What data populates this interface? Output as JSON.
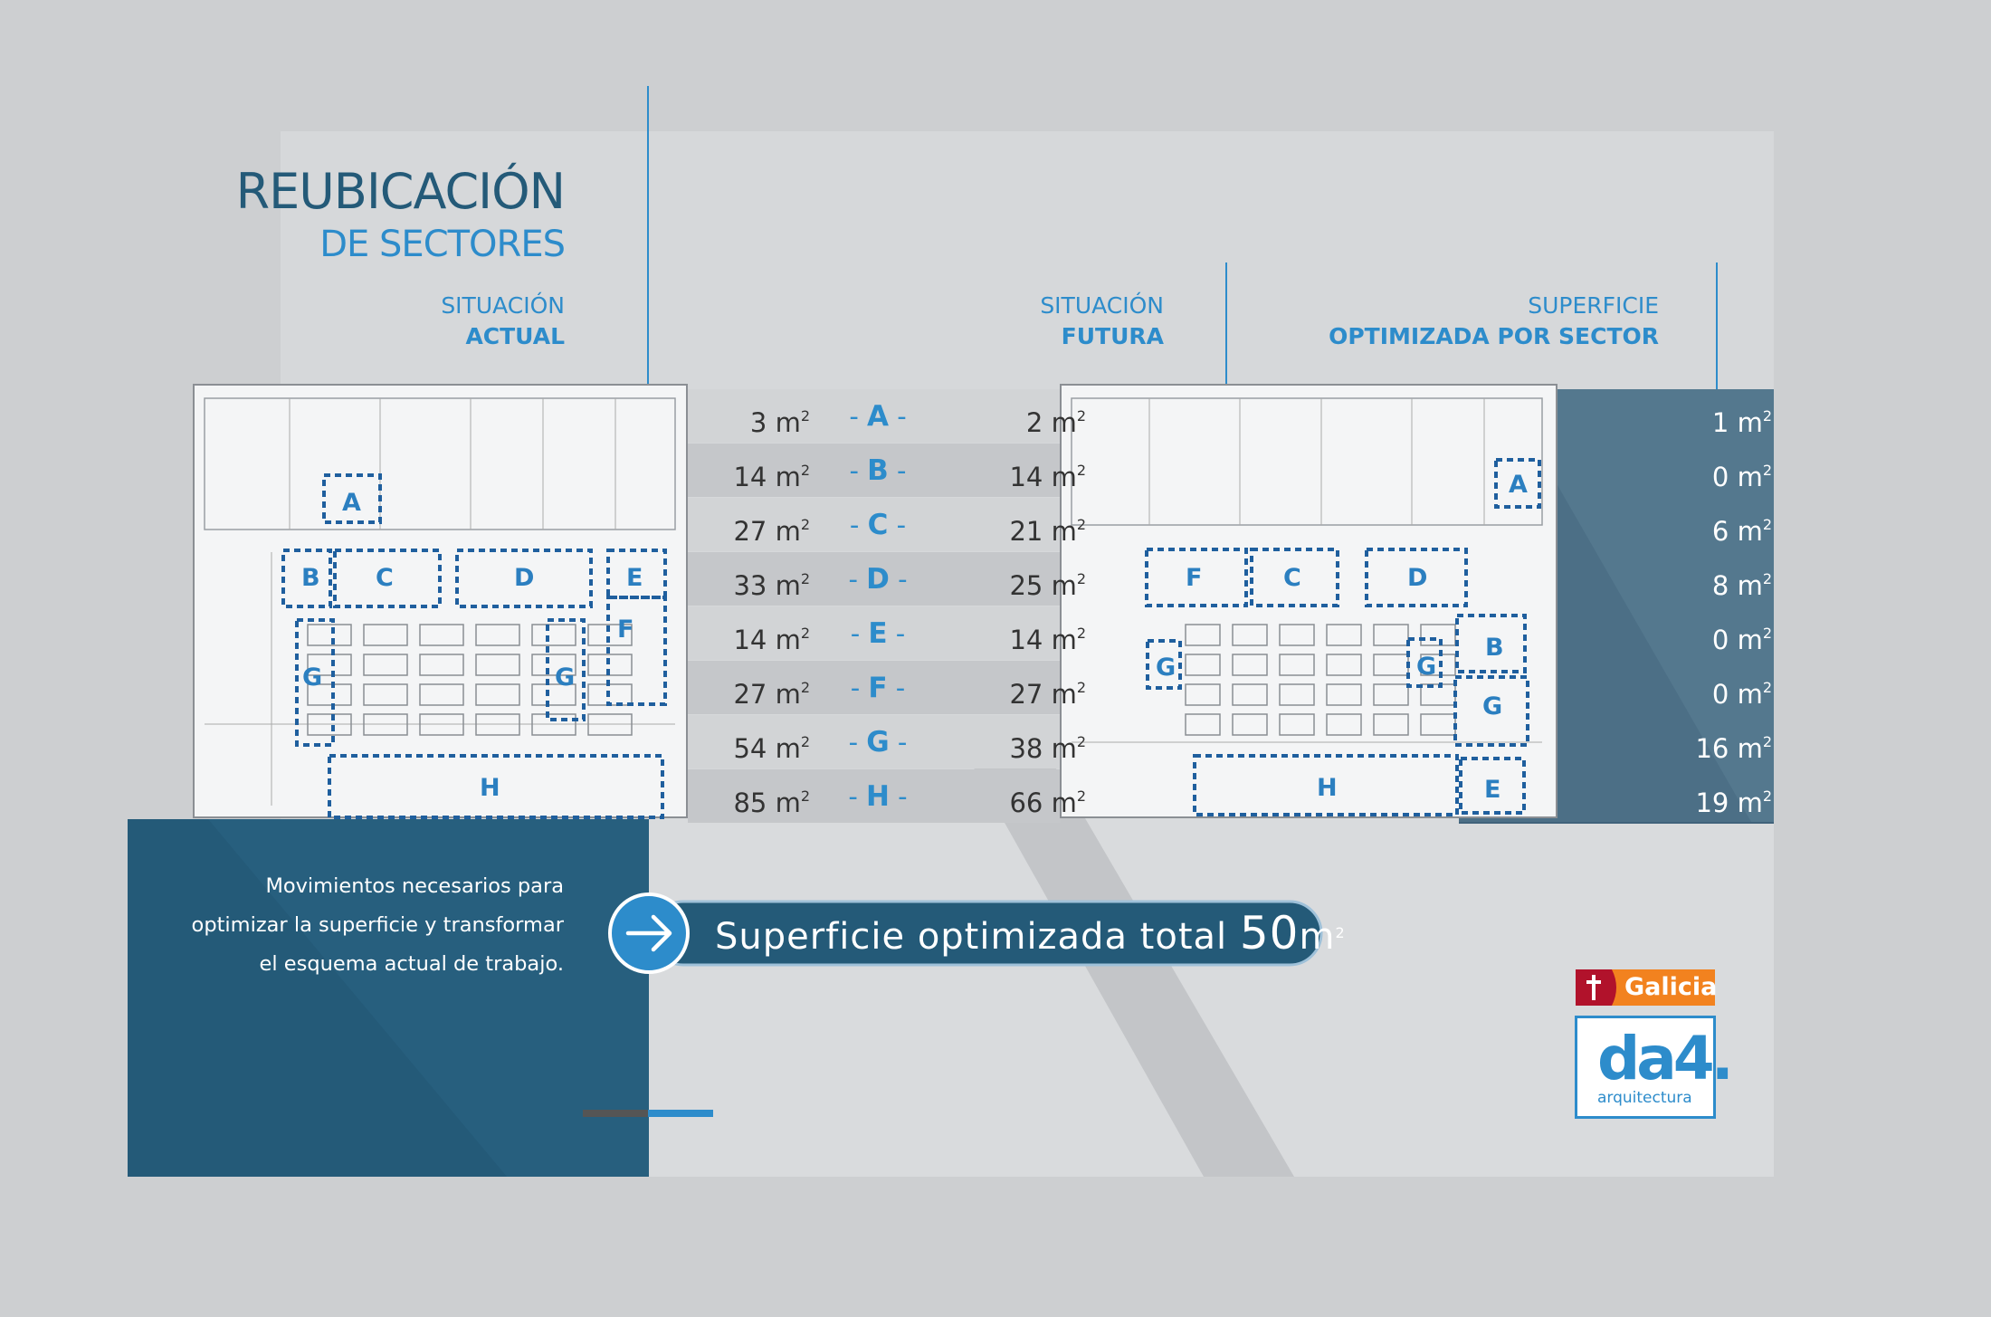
{
  "title": {
    "line1": "REUBICACIÓN",
    "line2": "DE SECTORES"
  },
  "headers": {
    "actual": {
      "line1": "SITUACIÓN",
      "line2": "ACTUAL"
    },
    "futura": {
      "line1": "SITUACIÓN",
      "line2": "FUTURA"
    },
    "optimizada": {
      "line1": "SUPERFICIE",
      "line2": "OPTIMIZADA POR SECTOR"
    }
  },
  "unit": "m",
  "unit_exp": "2",
  "sectors": [
    {
      "letter": "A",
      "actual": "3",
      "futura": "2",
      "optimizada": "1"
    },
    {
      "letter": "B",
      "actual": "14",
      "futura": "14",
      "optimizada": "0"
    },
    {
      "letter": "C",
      "actual": "27",
      "futura": "21",
      "optimizada": "6"
    },
    {
      "letter": "D",
      "actual": "33",
      "futura": "25",
      "optimizada": "8"
    },
    {
      "letter": "E",
      "actual": "14",
      "futura": "14",
      "optimizada": "0"
    },
    {
      "letter": "F",
      "actual": "27",
      "futura": "27",
      "optimizada": "0"
    },
    {
      "letter": "G",
      "actual": "54",
      "futura": "38",
      "optimizada": "16"
    },
    {
      "letter": "H",
      "actual": "85",
      "futura": "66",
      "optimizada": "19"
    }
  ],
  "description": [
    "Movimientos necesarios para",
    "optimizar la superficie y transformar",
    "el esquema actual de trabajo."
  ],
  "total": {
    "label": "Superficie optimizada total",
    "value": "50"
  },
  "plan_actual_labels": [
    "A",
    "B",
    "C",
    "D",
    "E",
    "F",
    "G",
    "G",
    "H"
  ],
  "plan_futura_labels": [
    "A",
    "F",
    "C",
    "D",
    "B",
    "G",
    "G",
    "G",
    "H",
    "E"
  ],
  "brands": {
    "galicia": "Galicia",
    "da4_mark": "da4.",
    "da4_sub": "arquitectura"
  },
  "colors": {
    "dark_blue": "#245a78",
    "accent_blue": "#2d8ccb",
    "panel_blue": "#4c6f86",
    "background": "#cdcfd1"
  }
}
